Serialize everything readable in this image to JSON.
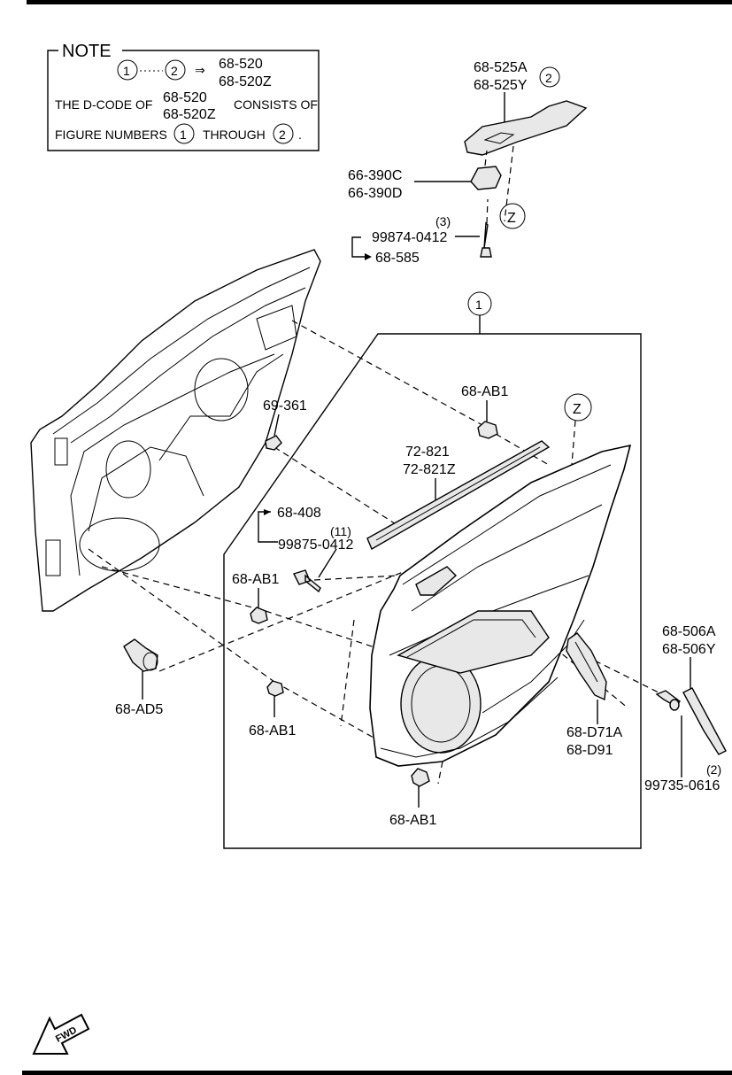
{
  "note": {
    "title": "NOTE",
    "fig1": "1",
    "fig2": "2",
    "arrow": "⇒",
    "code_a": "68-520",
    "code_b": "68-520Z",
    "line2_prefix": "THE D-CODE OF",
    "line2_suffix": "CONSISTS OF",
    "line3_prefix": "FIGURE NUMBERS",
    "line3_mid": "THROUGH",
    "line3_end": "."
  },
  "callouts": {
    "group1": "1",
    "group2": "2",
    "ref_z_top": "Z",
    "ref_z_panel": "Z"
  },
  "labels": {
    "p_68_525a": "68-525A",
    "p_68_525y": "68-525Y",
    "p_66_390c": "66-390C",
    "p_66_390d": "66-390D",
    "qty_3": "(3)",
    "p_99874": "99874-0412",
    "p_68_585": "68-585",
    "p_68_ab1_top": "68-AB1",
    "p_69_361": "69-361",
    "p_72_821": "72-821",
    "p_72_821z": "72-821Z",
    "p_68_408": "68-408",
    "qty_11": "(11)",
    "p_99875": "99875-0412",
    "p_68_ab1_left": "68-AB1",
    "p_68_ad5": "68-AD5",
    "p_68_ab1_low": "68-AB1",
    "p_68_ab1_bottom": "68-AB1",
    "p_68_506a": "68-506A",
    "p_68_506y": "68-506Y",
    "p_68_d71a": "68-D71A",
    "p_68_d91": "68-D91",
    "qty_2": "(2)",
    "p_99735": "99735-0616"
  },
  "fwd_label": "FWD",
  "icons": [
    "fwd-arrow-icon"
  ]
}
